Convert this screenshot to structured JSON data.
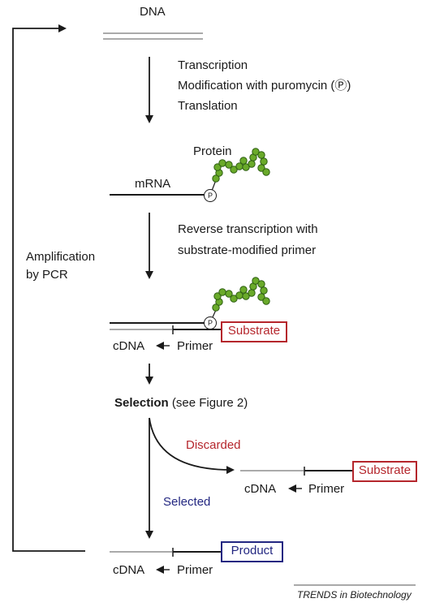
{
  "labels": {
    "dna": "DNA",
    "steps1": [
      "Transcription",
      "Modification with puromycin (Ⓟ)",
      "Translation"
    ],
    "protein": "Protein",
    "mrna": "mRNA",
    "steps2": [
      "Reverse transcription with",
      "substrate-modified primer"
    ],
    "amplification": [
      "Amplification",
      "by PCR"
    ],
    "substrate": "Substrate",
    "cdna": "cDNA",
    "primer": "Primer",
    "selection_bold": "Selection",
    "selection_rest": " (see Figure 2)",
    "discarded": "Discarded",
    "selected": "Selected",
    "product": "Product",
    "puromycin": "P",
    "footer": "TRENDS in Biotechnology"
  },
  "colors": {
    "substrate_red": "#b5262c",
    "product_blue": "#232781",
    "bead_green": "#6aaa2a",
    "strand_gray": "#aaaaaa"
  }
}
